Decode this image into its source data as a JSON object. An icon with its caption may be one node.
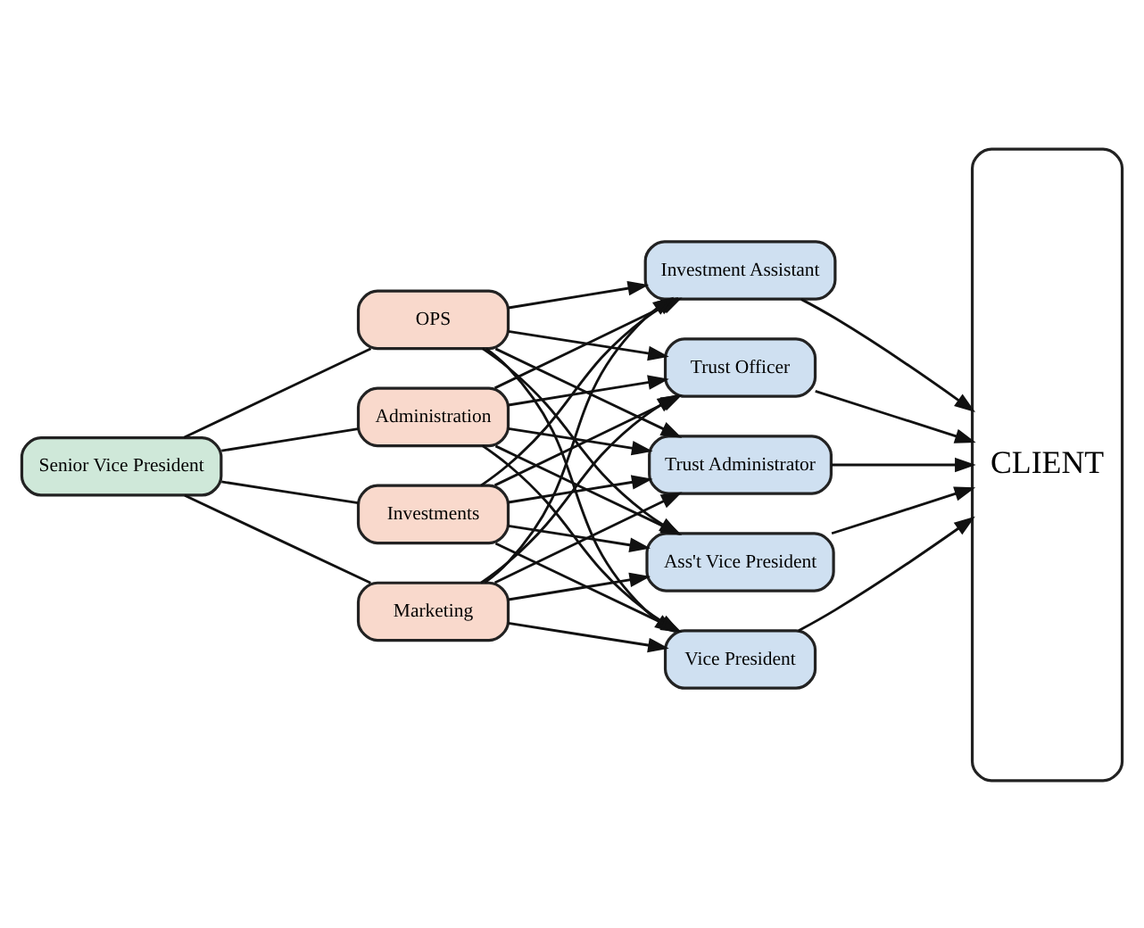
{
  "diagram": {
    "nodes": [
      {
        "text": [
          "Senior Vice President"
        ]
      },
      {
        "text": [
          "OPS"
        ]
      },
      {
        "text": [
          "Administration"
        ]
      },
      {
        "text": [
          "Investments"
        ]
      },
      {
        "text": [
          "Marketing"
        ]
      },
      {
        "text": [
          "Investment Assistant"
        ]
      },
      {
        "text": [
          "Trust Officer"
        ]
      },
      {
        "text": [
          "Trust Administrator"
        ]
      },
      {
        "text": [
          "Ass't Vice President"
        ]
      },
      {
        "text": [
          "Vice President"
        ]
      },
      {
        "text": [
          "CLIENT"
        ]
      }
    ],
    "edges": [
      {
        "from": 0,
        "to": 1,
        "arrow": "none"
      },
      {
        "from": 0,
        "to": 2,
        "arrow": "none"
      },
      {
        "from": 0,
        "to": 3,
        "arrow": "none"
      },
      {
        "from": 0,
        "to": 4,
        "arrow": "none"
      },
      {
        "from": 1,
        "to": 5,
        "arrow": "to"
      },
      {
        "from": 1,
        "to": 6,
        "arrow": "to"
      },
      {
        "from": 1,
        "to": 7,
        "arrow": "to"
      },
      {
        "from": 1,
        "to": 8,
        "arrow": "to"
      },
      {
        "from": 1,
        "to": 9,
        "arrow": "to"
      },
      {
        "from": 2,
        "to": 5,
        "arrow": "to"
      },
      {
        "from": 2,
        "to": 6,
        "arrow": "to"
      },
      {
        "from": 2,
        "to": 7,
        "arrow": "to"
      },
      {
        "from": 2,
        "to": 8,
        "arrow": "to"
      },
      {
        "from": 2,
        "to": 9,
        "arrow": "to"
      },
      {
        "from": 3,
        "to": 5,
        "arrow": "to"
      },
      {
        "from": 3,
        "to": 6,
        "arrow": "to"
      },
      {
        "from": 3,
        "to": 7,
        "arrow": "to"
      },
      {
        "from": 3,
        "to": 8,
        "arrow": "to"
      },
      {
        "from": 3,
        "to": 9,
        "arrow": "to"
      },
      {
        "from": 4,
        "to": 5,
        "arrow": "to"
      },
      {
        "from": 4,
        "to": 6,
        "arrow": "to"
      },
      {
        "from": 4,
        "to": 7,
        "arrow": "to"
      },
      {
        "from": 4,
        "to": 8,
        "arrow": "to"
      },
      {
        "from": 4,
        "to": 9,
        "arrow": "to"
      },
      {
        "from": 5,
        "to": 10,
        "arrow": "to"
      },
      {
        "from": 6,
        "to": 10,
        "arrow": "to"
      },
      {
        "from": 7,
        "to": 10,
        "arrow": "to"
      },
      {
        "from": 8,
        "to": 10,
        "arrow": "to"
      },
      {
        "from": 9,
        "to": 10,
        "arrow": "to"
      }
    ]
  }
}
